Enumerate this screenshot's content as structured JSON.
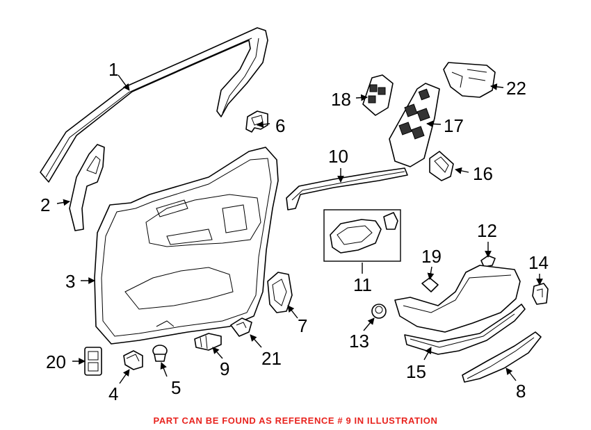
{
  "callouts": {
    "c1": "1",
    "c2": "2",
    "c3": "3",
    "c4": "4",
    "c5": "5",
    "c6": "6",
    "c7": "7",
    "c8": "8",
    "c9": "9",
    "c10": "10",
    "c11": "11",
    "c12": "12",
    "c13": "13",
    "c14": "14",
    "c15": "15",
    "c16": "16",
    "c17": "17",
    "c18": "18",
    "c19": "19",
    "c20": "20",
    "c21": "21",
    "c22": "22"
  },
  "caption": "PART CAN BE FOUND AS REFERENCE # 9 IN ILLUSTRATION",
  "colors": {
    "caption": "#e8231e",
    "lines": "#000000"
  }
}
